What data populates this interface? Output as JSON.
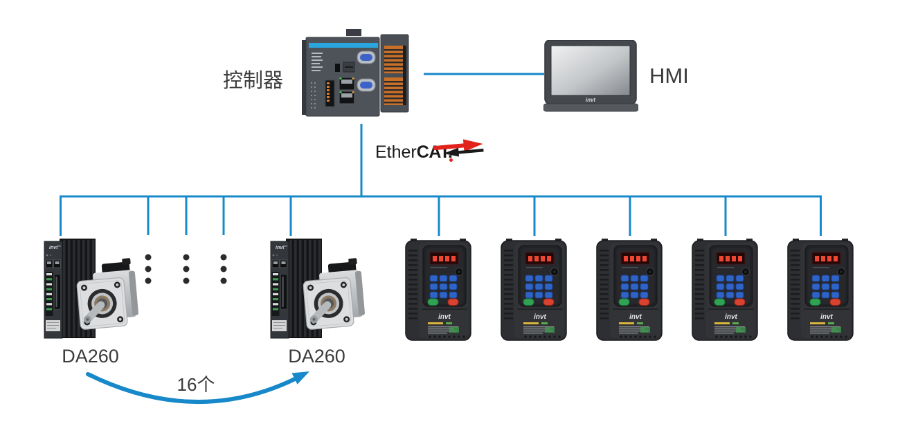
{
  "colors": {
    "wire": "#1788ca",
    "label_text": "#3b3b3b",
    "ethercat_red": "#e2231a",
    "controller_stripe": "#2aa6df"
  },
  "labels": {
    "controller": "控制器",
    "hmi": "HMI",
    "servo_left": "DA260",
    "servo_right": "DA260",
    "servo_count": "16个"
  },
  "ethercat_logo": {
    "text_regular": "Ether",
    "text_bold": "CAT."
  },
  "brand": {
    "invt": "invt"
  },
  "topology": {
    "inverter_count": 5,
    "servo_drive_count": 2
  }
}
